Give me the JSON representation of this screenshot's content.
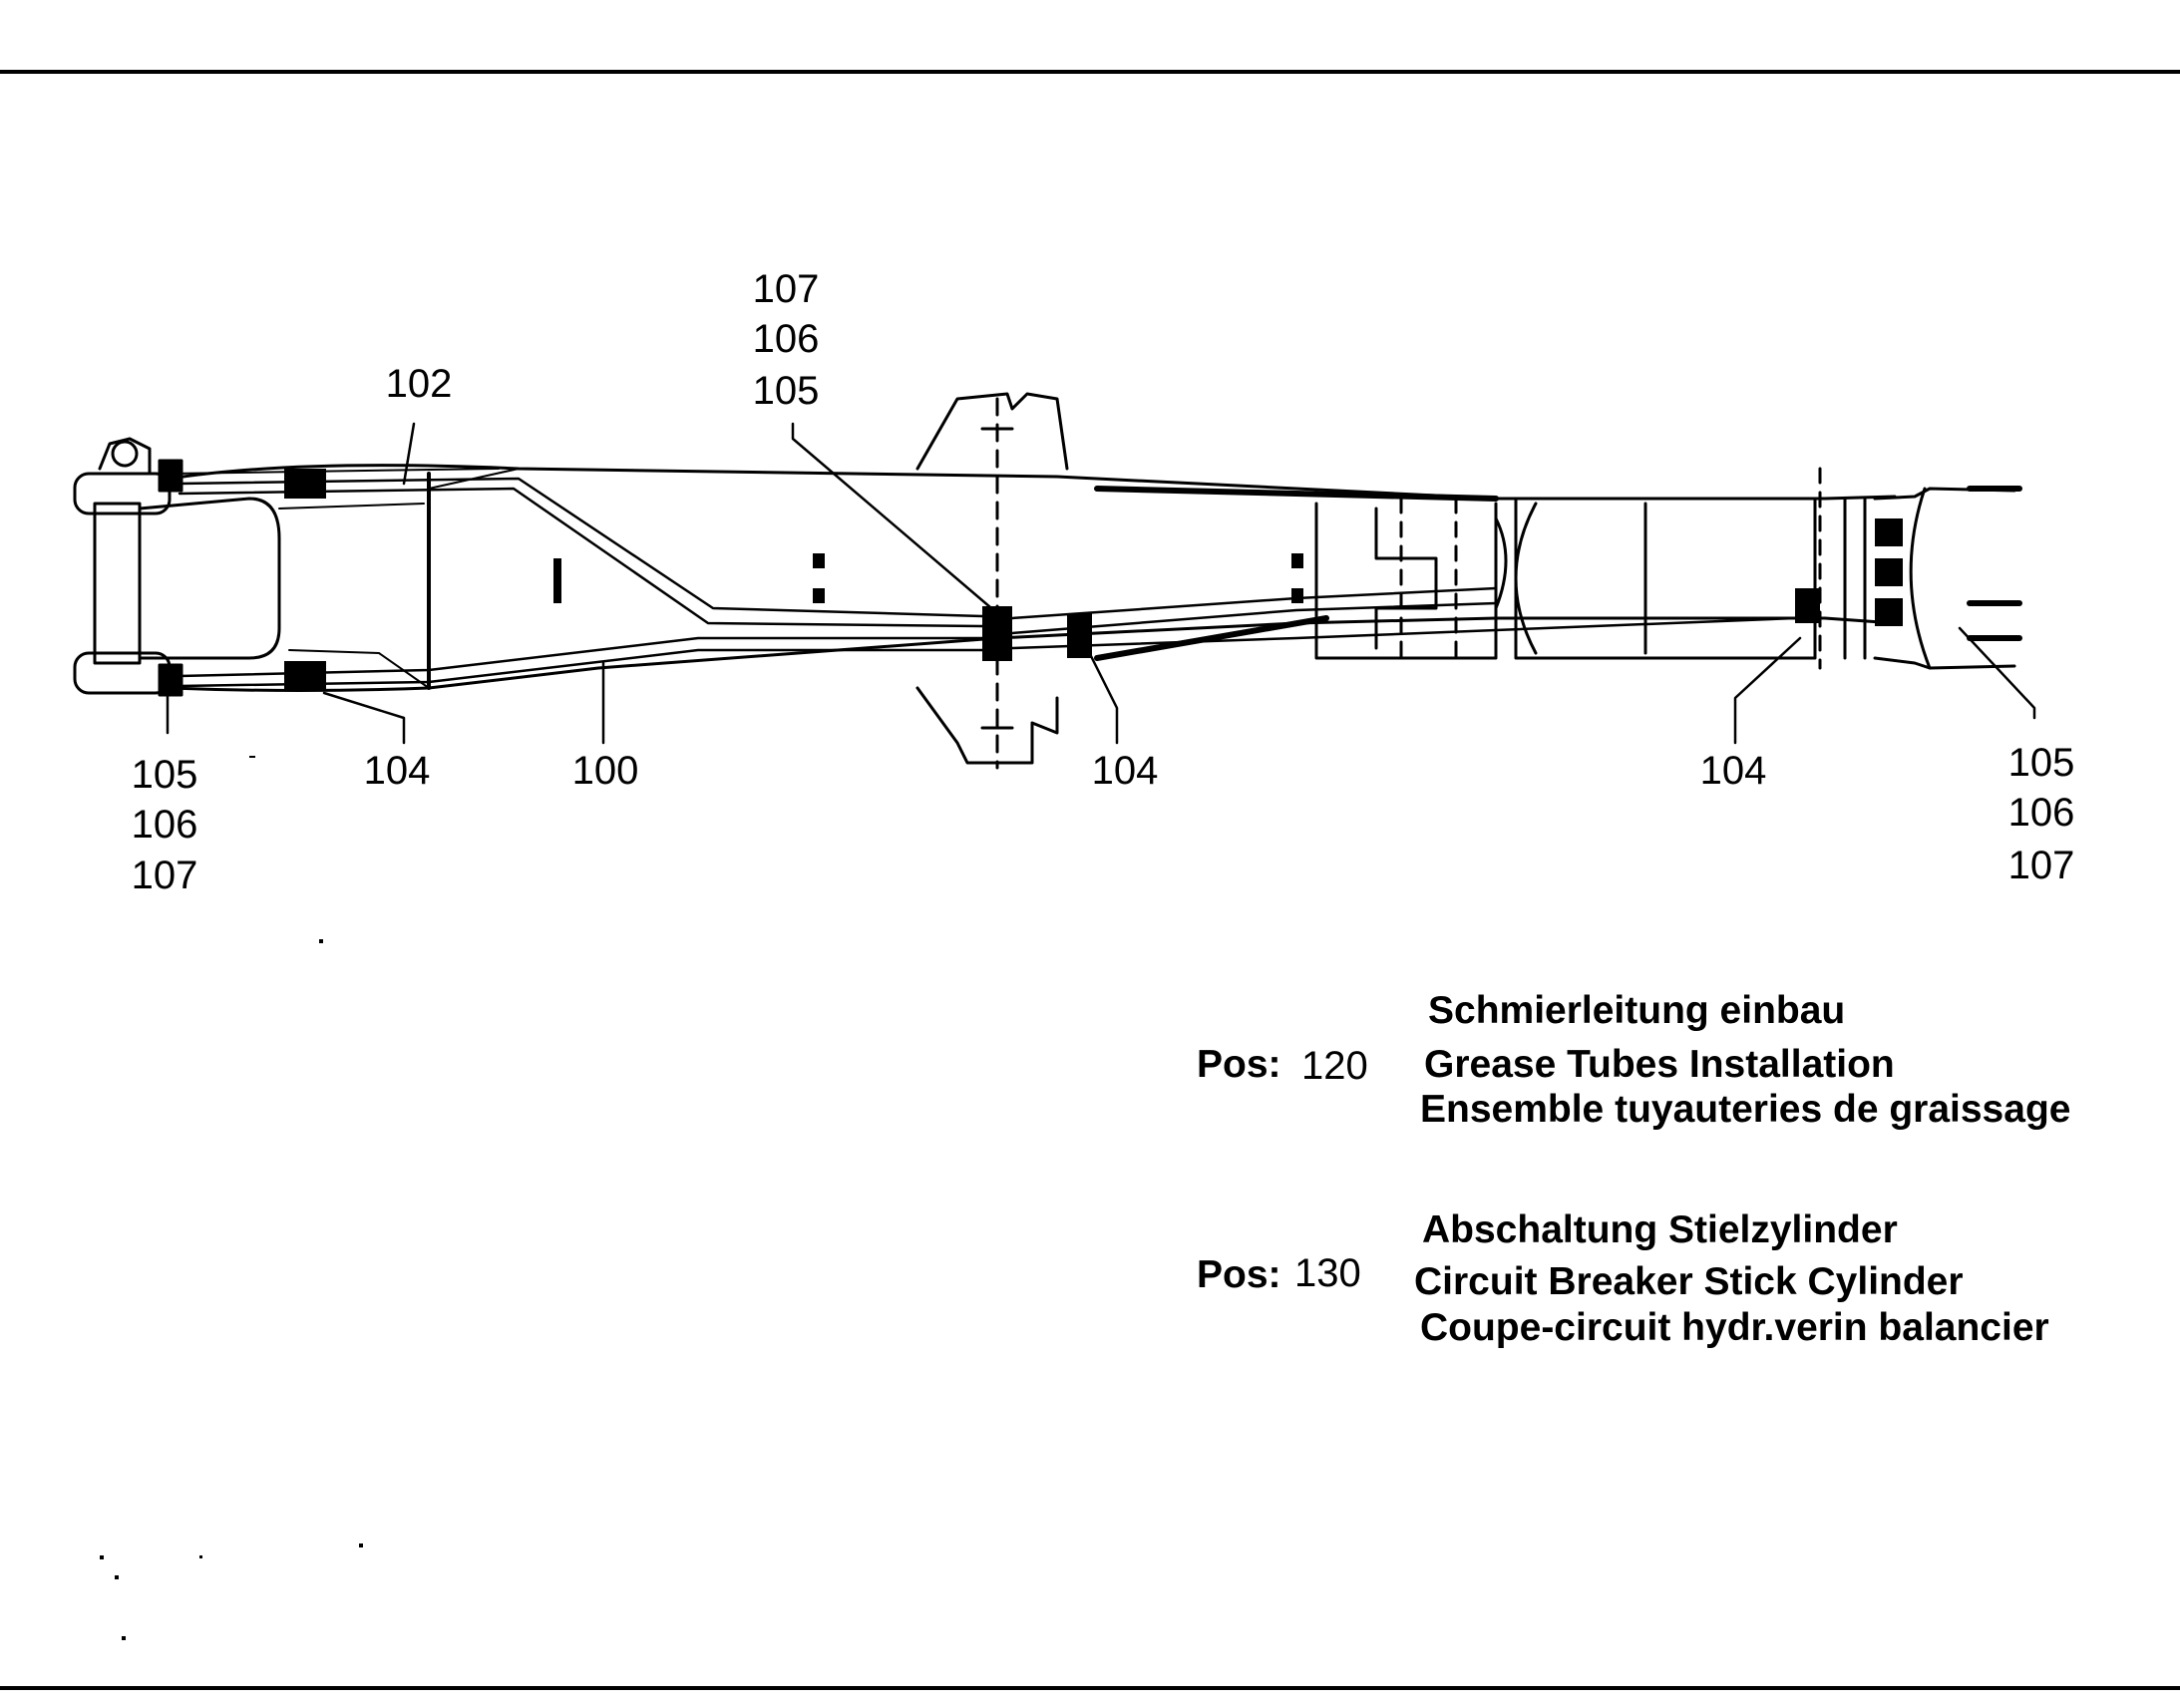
{
  "callouts": {
    "top_left": "102",
    "top_mid": [
      "107",
      "106",
      "105"
    ],
    "bottom_left": [
      "105",
      "106",
      "107"
    ],
    "bottom_104_a": "104",
    "bottom_100": "100",
    "bottom_104_b": "104",
    "bottom_104_c": "104",
    "bottom_right": [
      "105",
      "106",
      "107"
    ]
  },
  "legend": {
    "pos_label": "Pos:",
    "entry1": {
      "number": "120",
      "de": "Schmierleitung einbau",
      "en": "Grease Tubes Installation",
      "fr": "Ensemble tuyauteries de graissage"
    },
    "entry2": {
      "number": "130",
      "de": "Abschaltung Stielzylinder",
      "en": "Circuit Breaker Stick Cylinder",
      "fr": "Coupe-circuit hydr.verin balancier"
    }
  },
  "colors": {
    "ink": "#000000",
    "paper": "#ffffff"
  }
}
